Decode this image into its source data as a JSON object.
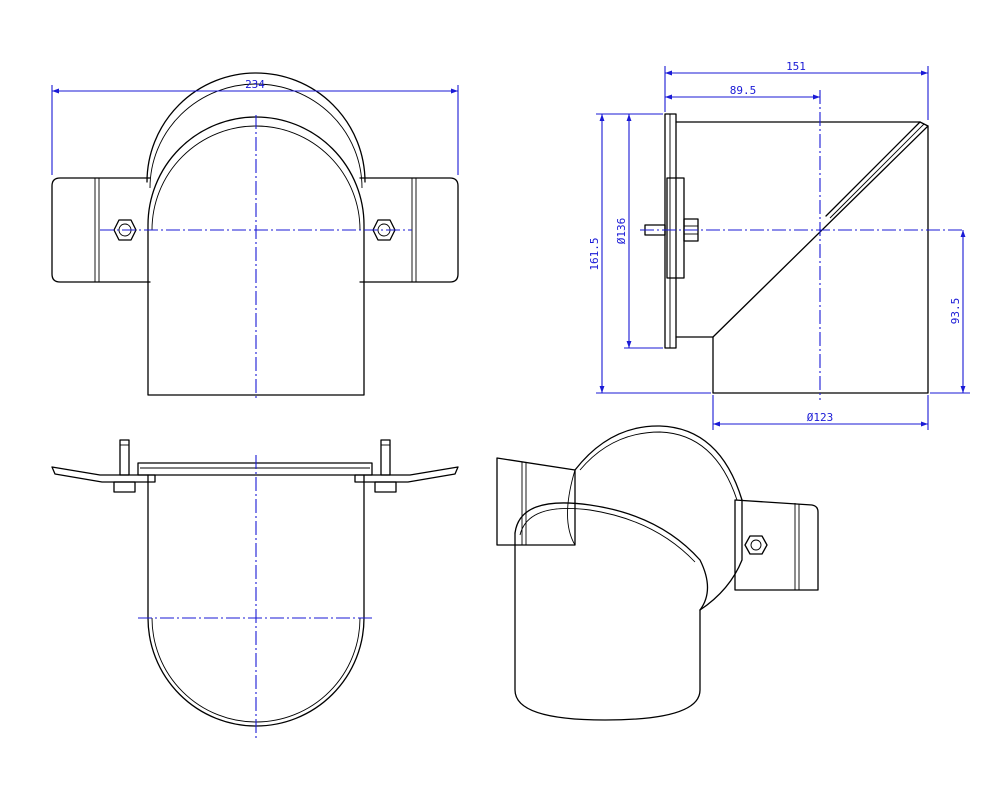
{
  "drawing": {
    "line_color": "#000000",
    "dimension_color": "#1a1ad6",
    "background": "#ffffff"
  },
  "dimensions": {
    "overall_width": "234",
    "total_length": "151",
    "flange_offset": "89.5",
    "height": "161.5",
    "flange_diameter": "Ø136",
    "axis_height": "93.5",
    "pipe_diameter": "Ø123"
  }
}
